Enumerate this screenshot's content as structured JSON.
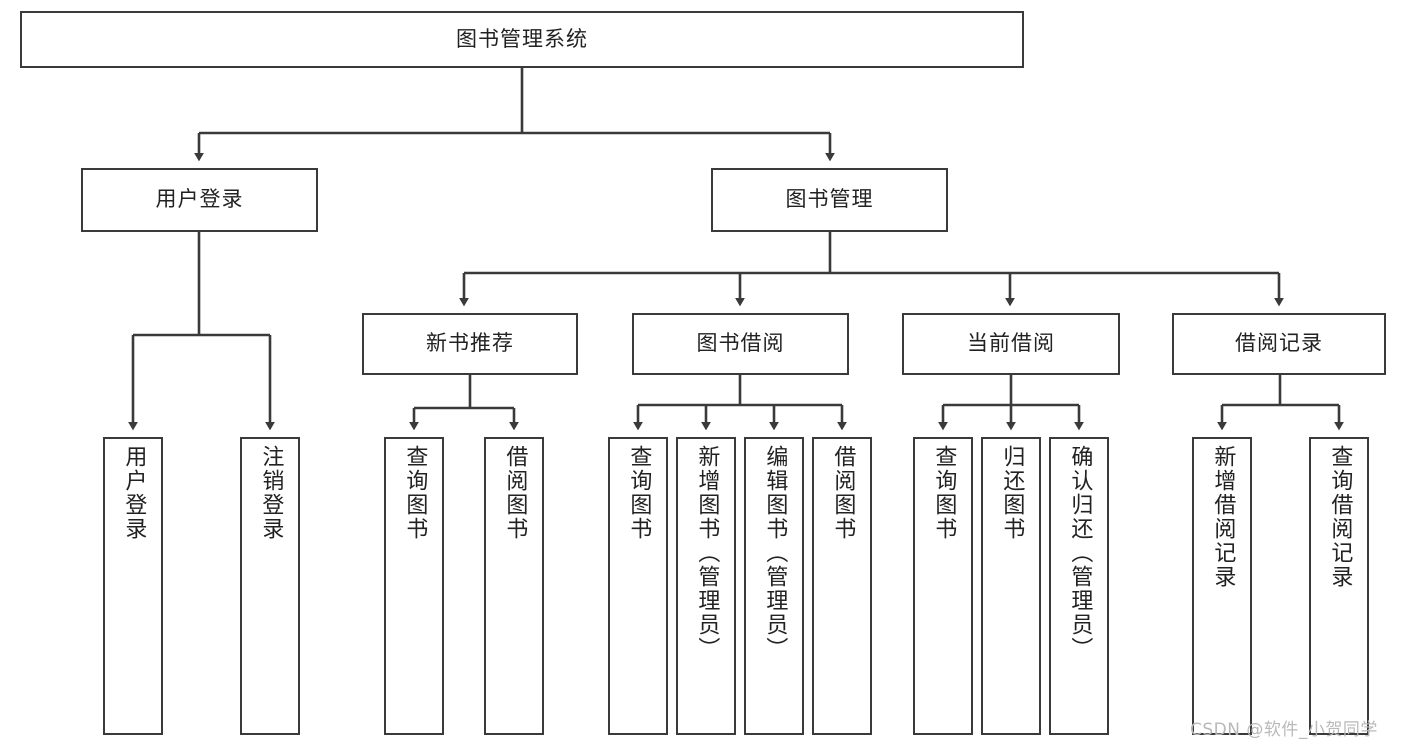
{
  "diagram": {
    "type": "tree-hierarchy",
    "title": "图书管理系统",
    "watermark": "CSDN @软件_小贺同学",
    "colors": {
      "box_border": "#3a3a3a",
      "box_fill": "#ffffff",
      "connector": "#3a3a3a",
      "text": "#222222",
      "watermark": "#b9b9b9",
      "background": "#ffffff"
    },
    "nodes": {
      "root": {
        "label": "图书管理系统"
      },
      "level2": [
        {
          "id": "user-login",
          "label": "用户登录"
        },
        {
          "id": "book-manage",
          "label": "图书管理"
        }
      ],
      "level3": [
        {
          "id": "new-book-recommend",
          "label": "新书推荐"
        },
        {
          "id": "book-borrow",
          "label": "图书借阅"
        },
        {
          "id": "current-borrow",
          "label": "当前借阅"
        },
        {
          "id": "borrow-record",
          "label": "借阅记录"
        }
      ],
      "leaves": {
        "user-login": [
          {
            "id": "leaf-user-login",
            "label": "用户登录"
          },
          {
            "id": "leaf-user-logout",
            "label": "注销登录"
          }
        ],
        "new-book-recommend": [
          {
            "id": "leaf-query-book-1",
            "label": "查询图书"
          },
          {
            "id": "leaf-borrow-book-1",
            "label": "借阅图书"
          }
        ],
        "book-borrow": [
          {
            "id": "leaf-query-book-2",
            "label": "查询图书"
          },
          {
            "id": "leaf-add-book",
            "label": "新增图书（管理员）"
          },
          {
            "id": "leaf-edit-book",
            "label": "编辑图书（管理员）"
          },
          {
            "id": "leaf-borrow-book-2",
            "label": "借阅图书"
          }
        ],
        "current-borrow": [
          {
            "id": "leaf-query-book-3",
            "label": "查询图书"
          },
          {
            "id": "leaf-return-book",
            "label": "归还图书"
          },
          {
            "id": "leaf-confirm-return",
            "label": "确认归还（管理员）"
          }
        ],
        "borrow-record": [
          {
            "id": "leaf-add-record",
            "label": "新增借阅记录"
          },
          {
            "id": "leaf-query-record",
            "label": "查询借阅记录"
          }
        ]
      }
    }
  }
}
